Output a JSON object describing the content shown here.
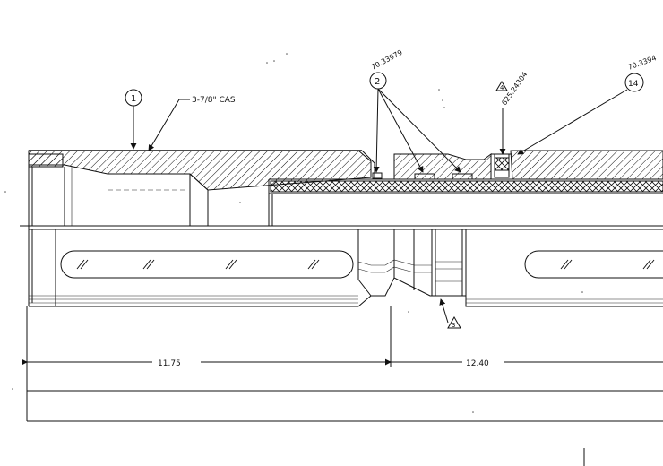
{
  "drawing": {
    "callouts": {
      "item1": "1",
      "item2": "2",
      "item3": "3",
      "item4": "4",
      "item14": "14"
    },
    "labels": {
      "casing_note": "3-7/8\" CAS",
      "ref_a": "70.33979",
      "ref_b": "625.24304",
      "ref_c": "70.3394"
    },
    "dimensions": {
      "left_span": "11.75",
      "middle_span": "12.40"
    }
  }
}
